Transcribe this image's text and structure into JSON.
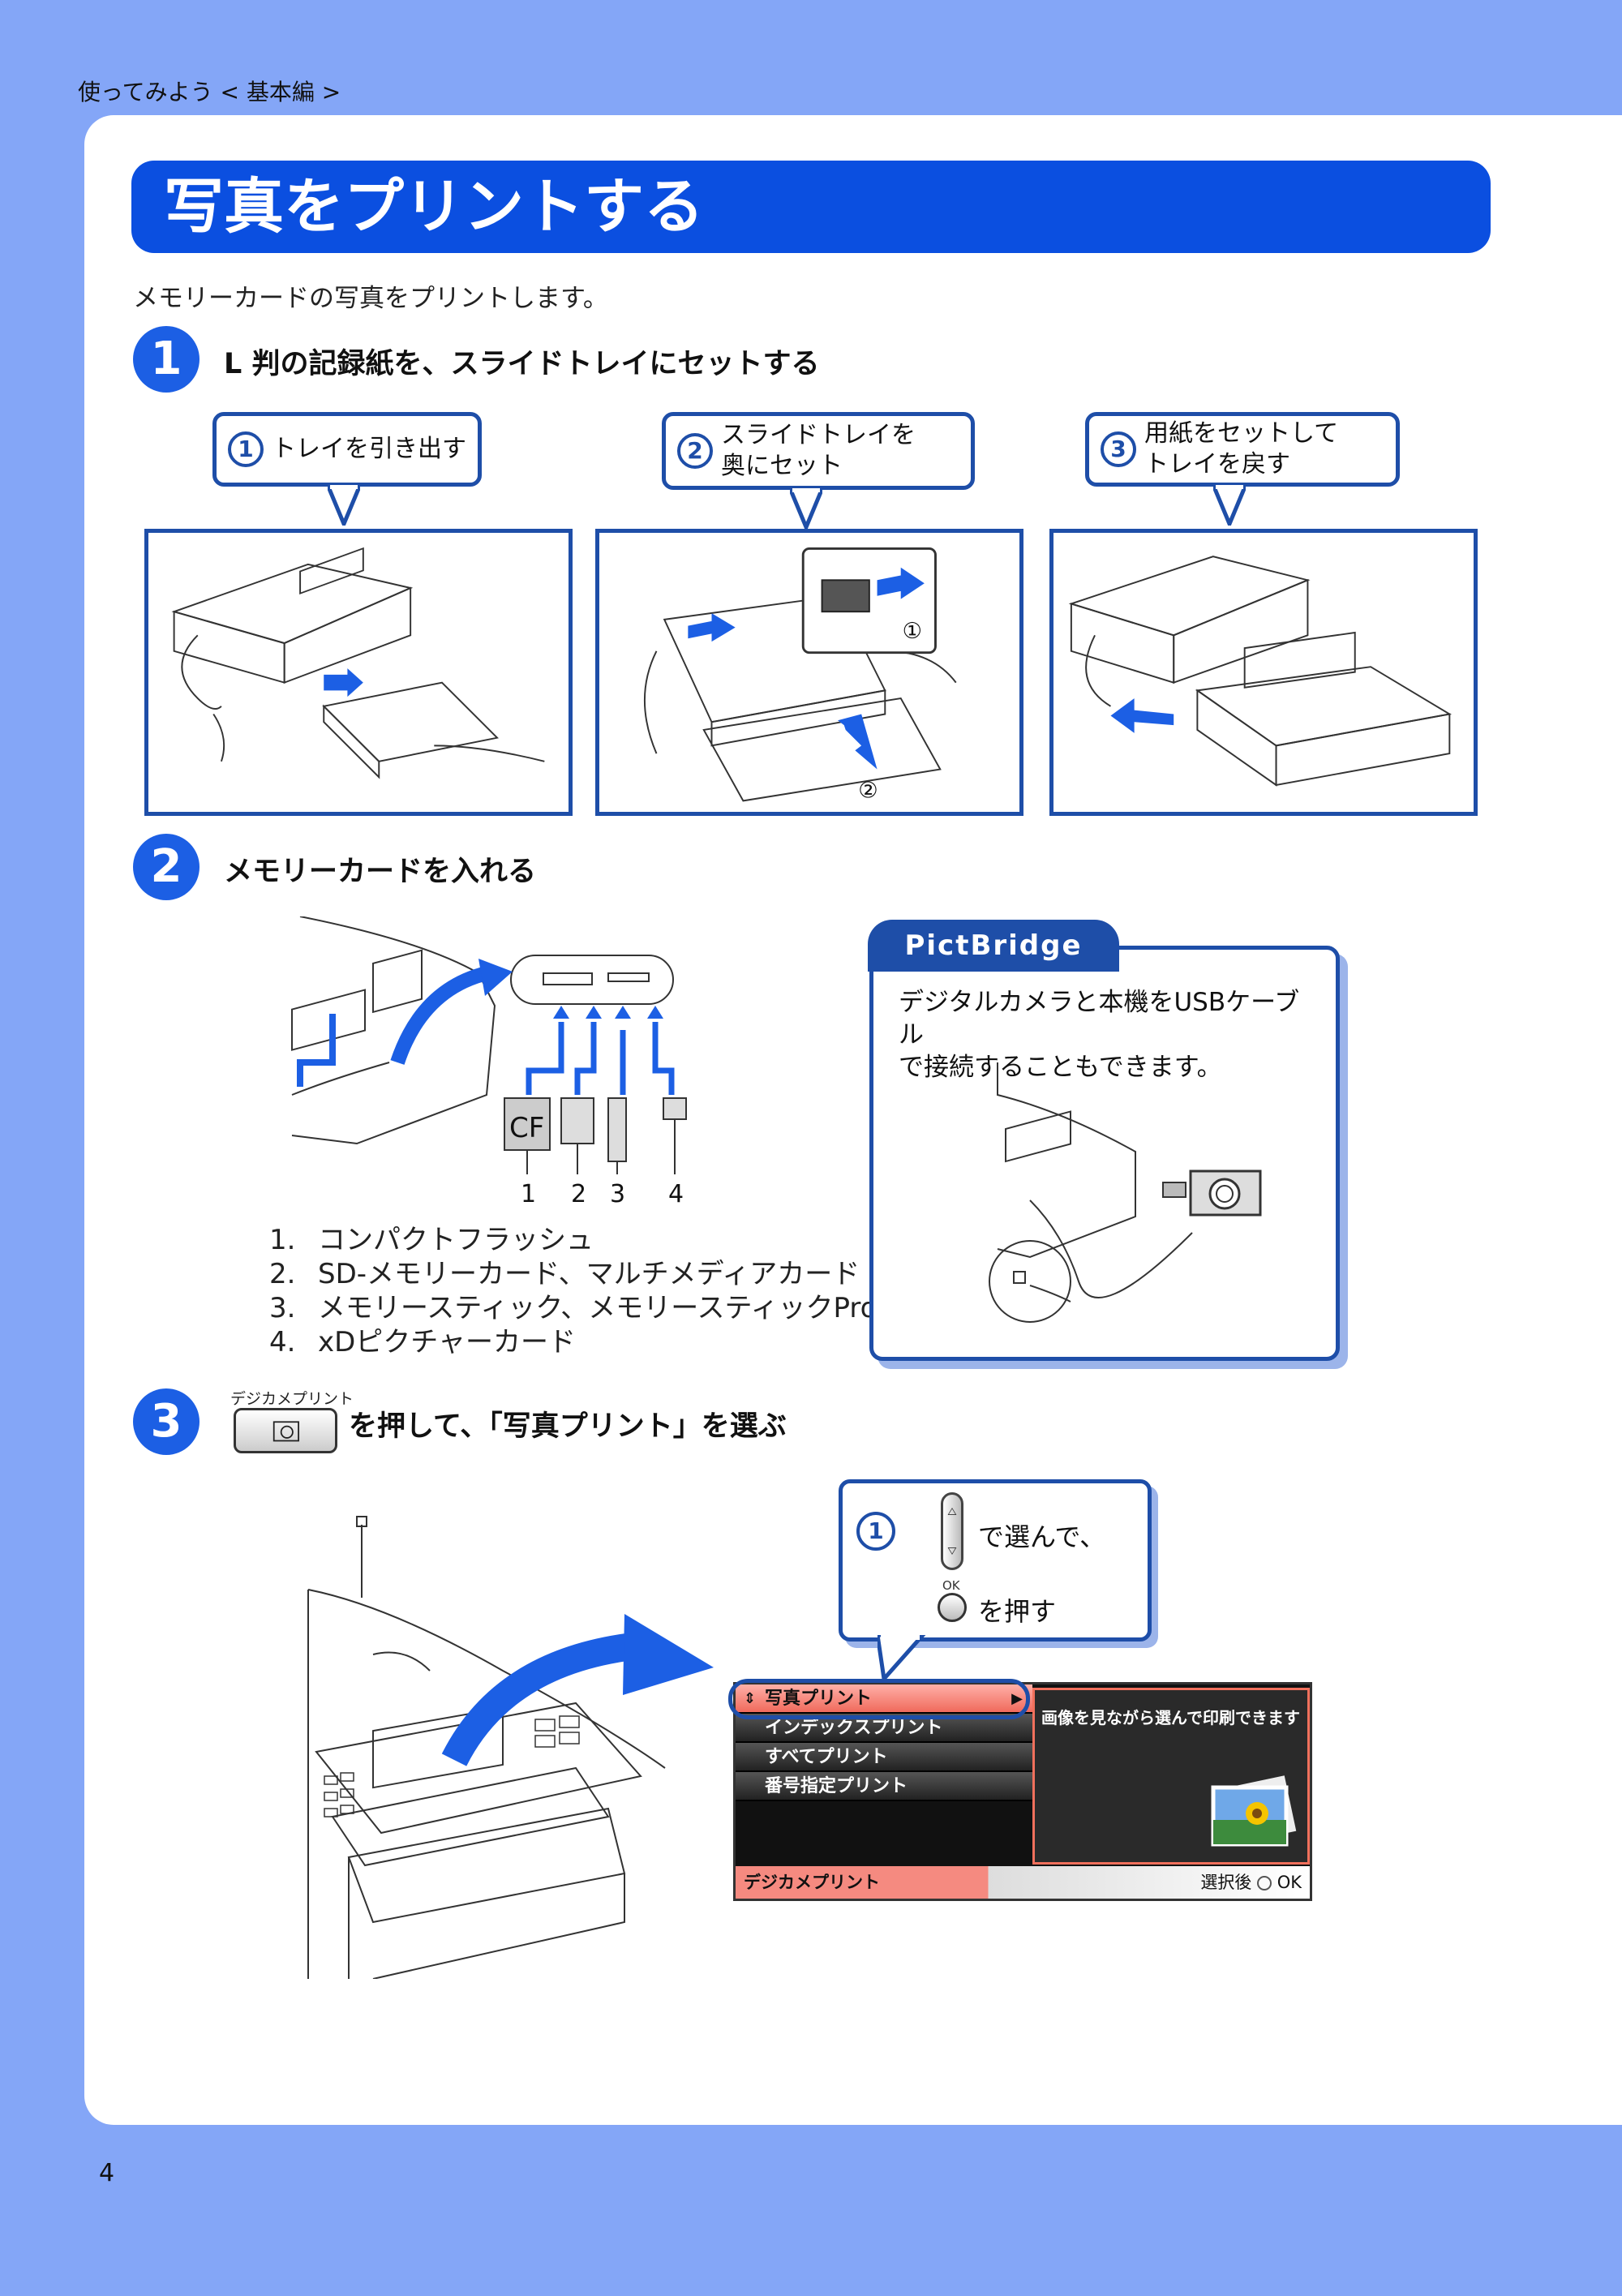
{
  "header": {
    "breadcrumb": "使ってみよう < 基本編 >"
  },
  "page": {
    "title": "写真をプリントする",
    "lead": "メモリーカードの写真をプリントします。",
    "number": "4"
  },
  "steps": [
    {
      "num": "1",
      "title": "L 判の記録紙を、スライドトレイにセットする"
    },
    {
      "num": "2",
      "title": "メモリーカードを入れる"
    },
    {
      "num": "3",
      "title": "を押して、「写真プリント」を選ぶ"
    }
  ],
  "callouts": [
    {
      "num": "1",
      "text": "トレイを引き出す"
    },
    {
      "num": "2",
      "text1": "スライドトレイを",
      "text2": "奥にセット"
    },
    {
      "num": "3",
      "text1": "用紙をセットして",
      "text2": "トレイを戻す"
    }
  ],
  "figure_labels": {
    "circled1": "①",
    "circled2": "②",
    "cf": "CF",
    "slots": [
      "1",
      "2",
      "3",
      "4"
    ]
  },
  "card_list": [
    {
      "n": "1.",
      "text": "コンパクトフラッシュ"
    },
    {
      "n": "2.",
      "text": "SD-メモリーカード、マルチメディアカード"
    },
    {
      "n": "3.",
      "text": "メモリースティック、メモリースティックPro"
    },
    {
      "n": "4.",
      "text": "xDピクチャーカード"
    }
  ],
  "pictbridge": {
    "tab": "PictBridge",
    "text1": "デジタルカメラと本機をUSBケーブル",
    "text2": "で接続することもできます。"
  },
  "button": {
    "label": "デジカメプリント"
  },
  "instruction": {
    "num": "1",
    "line1": "で選んで、",
    "ok_label": "OK",
    "line2": "を押す"
  },
  "lcd": {
    "menu": [
      "写真プリント",
      "インデックスプリント",
      "すべてプリント",
      "番号指定プリント"
    ],
    "description": "画像を見ながら選んで印刷できます",
    "footer_left": "デジカメプリント",
    "footer_right": "選択後",
    "footer_ok": "OK"
  }
}
